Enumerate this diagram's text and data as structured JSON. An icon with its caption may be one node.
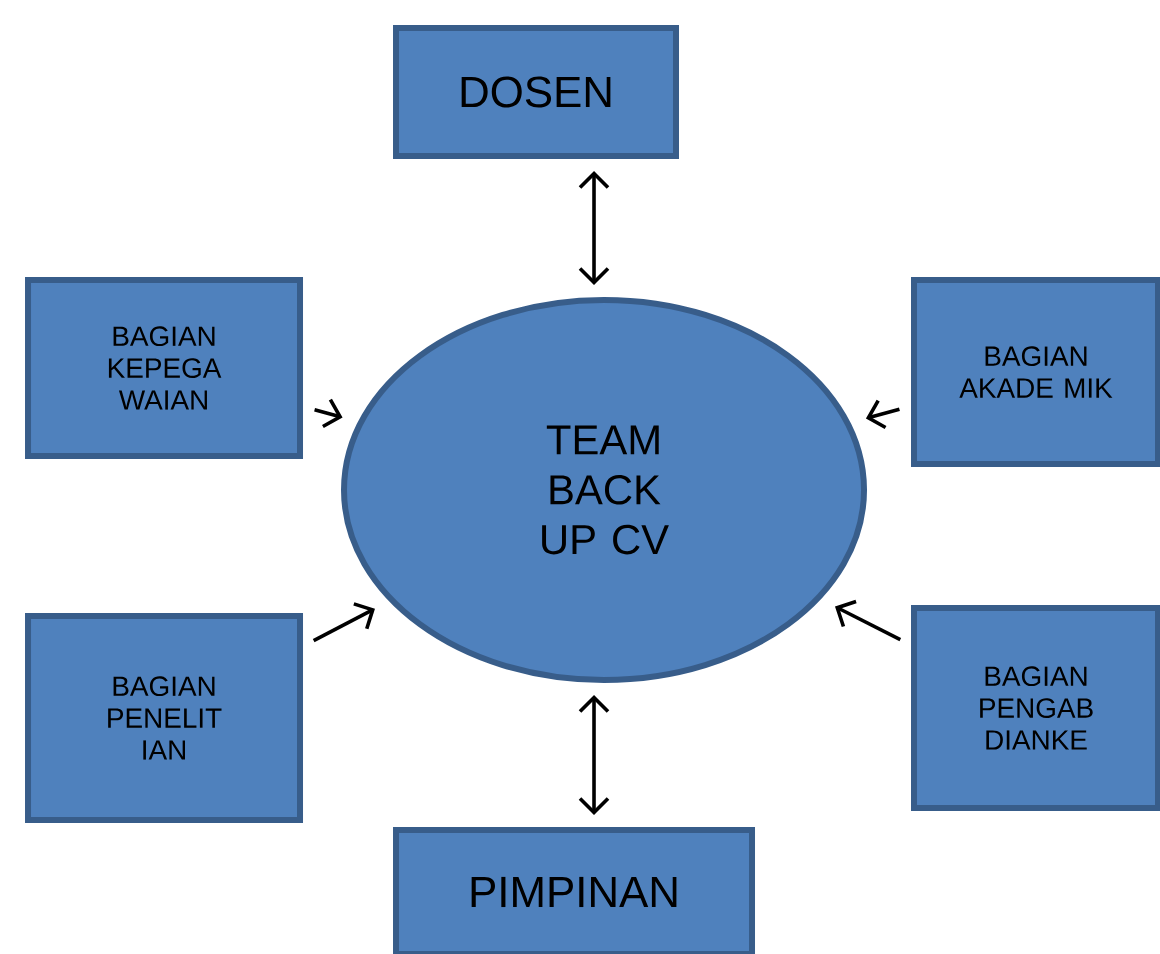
{
  "diagram": {
    "nodes": [
      {
        "text": [
          "DOSEN"
        ]
      },
      {
        "text": [
          "BAGIAN KEPEGA WAIAN"
        ]
      },
      {
        "text": [
          "BAGIAN AKADE MIK"
        ]
      },
      {
        "text": [
          "TEAM BACK UP CV"
        ]
      },
      {
        "text": [
          "BAGIAN PENELIT IAN"
        ]
      },
      {
        "text": [
          "BAGIAN PENGAB DIANKE"
        ]
      },
      {
        "text": [
          "PIMPINAN"
        ]
      }
    ],
    "edges": [
      {
        "from": 0,
        "to": 3,
        "arrow": "both"
      },
      {
        "from": 1,
        "to": 3,
        "arrow": "to"
      },
      {
        "from": 2,
        "to": 3,
        "arrow": "to"
      },
      {
        "from": 4,
        "to": 3,
        "arrow": "to"
      },
      {
        "from": 5,
        "to": 3,
        "arrow": "to"
      },
      {
        "from": 3,
        "to": 6,
        "arrow": "both"
      }
    ]
  }
}
